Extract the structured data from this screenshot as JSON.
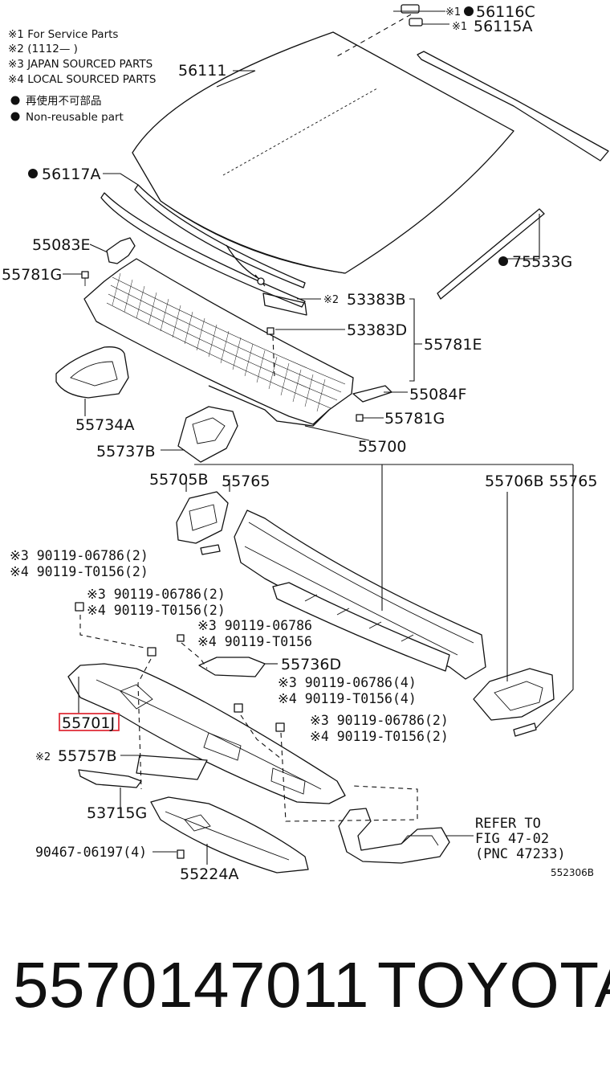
{
  "legend": {
    "notes": [
      "※1 For Service Parts",
      "※2 (1112—      )",
      "※3 JAPAN SOURCED PARTS",
      "※4 LOCAL SOURCED PARTS"
    ],
    "nonreusable_jp": "再使用不可部品",
    "nonreusable_en": "Non-reusable part"
  },
  "labels": {
    "p56116C": "56116C",
    "p56115A": "56115A",
    "m1a": "※1",
    "m1b": "※1",
    "p56111": "56111",
    "p56117A": "56117A",
    "p55083E": "55083E",
    "p75533G": "75533G",
    "p55781G_a": "55781G",
    "m2a": "※2",
    "p53383B": "53383B",
    "p53383D": "53383D",
    "p55781E": "55781E",
    "p55084F": "55084F",
    "p55734A": "55734A",
    "p55781G_b": "55781G",
    "p55737B": "55737B",
    "p55700": "55700",
    "p55705B": "55705B",
    "p55765_a": "55765",
    "p55706B": "55706B",
    "p55765_b": "55765",
    "b1_line1": "※3 90119-06786(2)",
    "b1_line2": "※4 90119-T0156(2)",
    "b2_line1": "※3 90119-06786(2)",
    "b2_line2": "※4 90119-T0156(2)",
    "b3_line1": "※3 90119-06786",
    "b3_line2": "※4 90119-T0156",
    "p55736D": "55736D",
    "b4_line1": "※3 90119-06786(4)",
    "b4_line2": "※4 90119-T0156(4)",
    "b5_line1": "※3 90119-06786(2)",
    "b5_line2": "※4 90119-T0156(2)",
    "p55701J": "55701J",
    "m2b": "※2",
    "p55757B": "55757B",
    "p53715G": "53715G",
    "p90467": "90467-06197(4)",
    "p55224A": "55224A",
    "refer1": "REFER TO",
    "refer2": "FIG 47-02",
    "refer3": "(PNC 47233)",
    "fig_no": "552306B"
  },
  "highlight_color": "#e0303a",
  "footer": {
    "part_number": "5570147011",
    "brand": "TOYOTA"
  }
}
